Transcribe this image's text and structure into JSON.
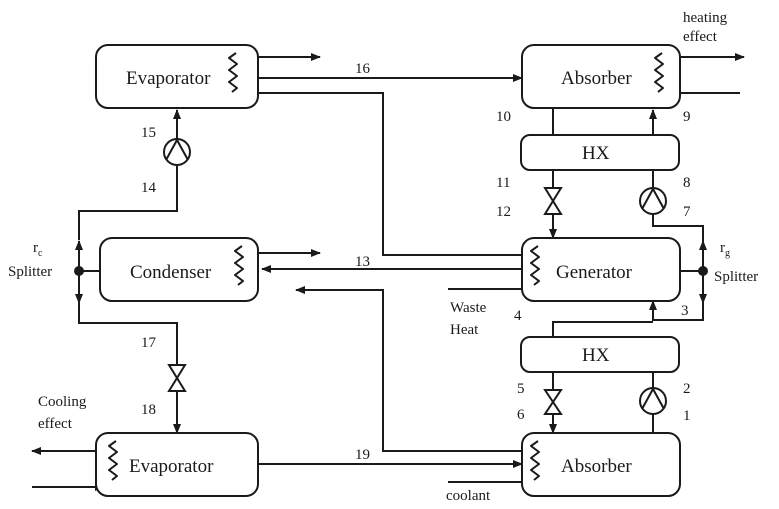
{
  "components": {
    "evaporator_top": "Evaporator",
    "absorber_top": "Absorber",
    "hx_top": "HX",
    "condenser": "Condenser",
    "generator": "Generator",
    "hx_bottom": "HX",
    "evaporator_bottom": "Evaporator",
    "absorber_bottom": "Absorber"
  },
  "streams": [
    "1",
    "2",
    "3",
    "4",
    "5",
    "6",
    "7",
    "8",
    "9",
    "10",
    "11",
    "12",
    "13",
    "14",
    "15",
    "16",
    "17",
    "18",
    "19"
  ],
  "annotations": {
    "heating_effect_line1": "heating",
    "heating_effect_line2": "effect",
    "cooling_effect_line1": "Cooling",
    "cooling_effect_line2": "effect",
    "waste_heat_line1": "Waste",
    "waste_heat_line2": "Heat",
    "coolant": "coolant",
    "rc_main": "r",
    "rc_sub": "c",
    "rg_main": "r",
    "rg_sub": "g",
    "splitter_left": "Splitter",
    "splitter_right": "Splitter"
  }
}
